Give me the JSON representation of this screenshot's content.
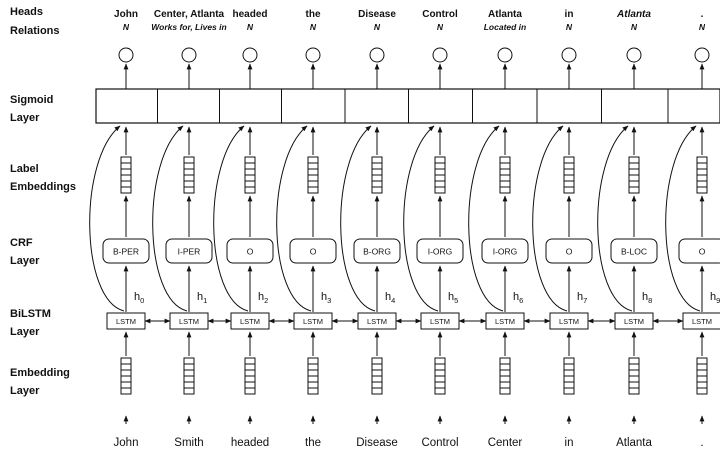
{
  "layers": {
    "heads_relations": [
      "Heads",
      "Relations"
    ],
    "sigmoid": [
      "Sigmoid",
      "Layer"
    ],
    "label_embeddings": [
      "Label",
      "Embeddings"
    ],
    "crf": [
      "CRF",
      "Layer"
    ],
    "bilstm": [
      "BiLSTM",
      "Layer"
    ],
    "embedding": [
      "Embedding",
      "Layer"
    ]
  },
  "lstm_label": "LSTM",
  "hidden_symbol": "h",
  "columns": [
    {
      "word": "John",
      "head": "John",
      "relation": "N",
      "tag": "B-PER",
      "h": "0",
      "head_italic": false
    },
    {
      "word": "Smith",
      "head": "Center, Atlanta",
      "relation": "Works for, Lives in",
      "tag": "I-PER",
      "h": "1",
      "head_italic": false
    },
    {
      "word": "headed",
      "head": "headed",
      "relation": "N",
      "tag": "O",
      "h": "2",
      "head_italic": false
    },
    {
      "word": "the",
      "head": "the",
      "relation": "N",
      "tag": "O",
      "h": "3",
      "head_italic": false
    },
    {
      "word": "Disease",
      "head": "Disease",
      "relation": "N",
      "tag": "B-ORG",
      "h": "4",
      "head_italic": false
    },
    {
      "word": "Control",
      "head": "Control",
      "relation": "N",
      "tag": "I-ORG",
      "h": "5",
      "head_italic": false
    },
    {
      "word": "Center",
      "head": "Atlanta",
      "relation": "Located in",
      "tag": "I-ORG",
      "h": "6",
      "head_italic": false
    },
    {
      "word": "in",
      "head": "in",
      "relation": "N",
      "tag": "O",
      "h": "7",
      "head_italic": false
    },
    {
      "word": "Atlanta",
      "head": "Atlanta",
      "relation": "N",
      "tag": "B-LOC",
      "h": "8",
      "head_italic": true
    },
    {
      "word": ".",
      "head": ".",
      "relation": "N",
      "tag": "O",
      "h": "9",
      "head_italic": false
    }
  ]
}
